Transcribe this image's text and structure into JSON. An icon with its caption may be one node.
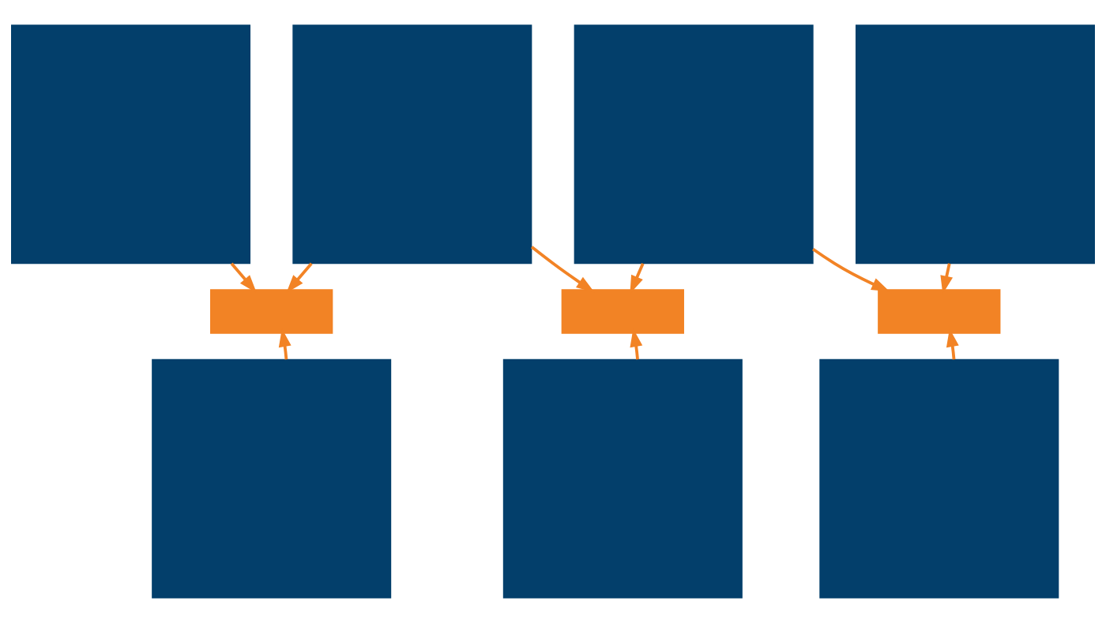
{
  "diagram": {
    "nodes": [
      {
        "text": [],
        "shape": "box"
      },
      {
        "text": [],
        "shape": "box"
      },
      {
        "text": [],
        "shape": "box"
      },
      {
        "text": [],
        "shape": "box"
      },
      {
        "text": [],
        "shape": "bar"
      },
      {
        "text": [],
        "shape": "bar"
      },
      {
        "text": [],
        "shape": "bar"
      },
      {
        "text": [],
        "shape": "box"
      },
      {
        "text": [],
        "shape": "box"
      },
      {
        "text": [],
        "shape": "box"
      }
    ],
    "edges": [
      {
        "from": 0,
        "to": 4,
        "arrow": "to"
      },
      {
        "from": 1,
        "to": 4,
        "arrow": "to"
      },
      {
        "from": 1,
        "to": 5,
        "arrow": "to"
      },
      {
        "from": 2,
        "to": 5,
        "arrow": "to"
      },
      {
        "from": 2,
        "to": 6,
        "arrow": "to"
      },
      {
        "from": 3,
        "to": 6,
        "arrow": "to"
      },
      {
        "from": 7,
        "to": 4,
        "arrow": "to"
      },
      {
        "from": 8,
        "to": 5,
        "arrow": "to"
      },
      {
        "from": 9,
        "to": 6,
        "arrow": "to"
      }
    ]
  }
}
